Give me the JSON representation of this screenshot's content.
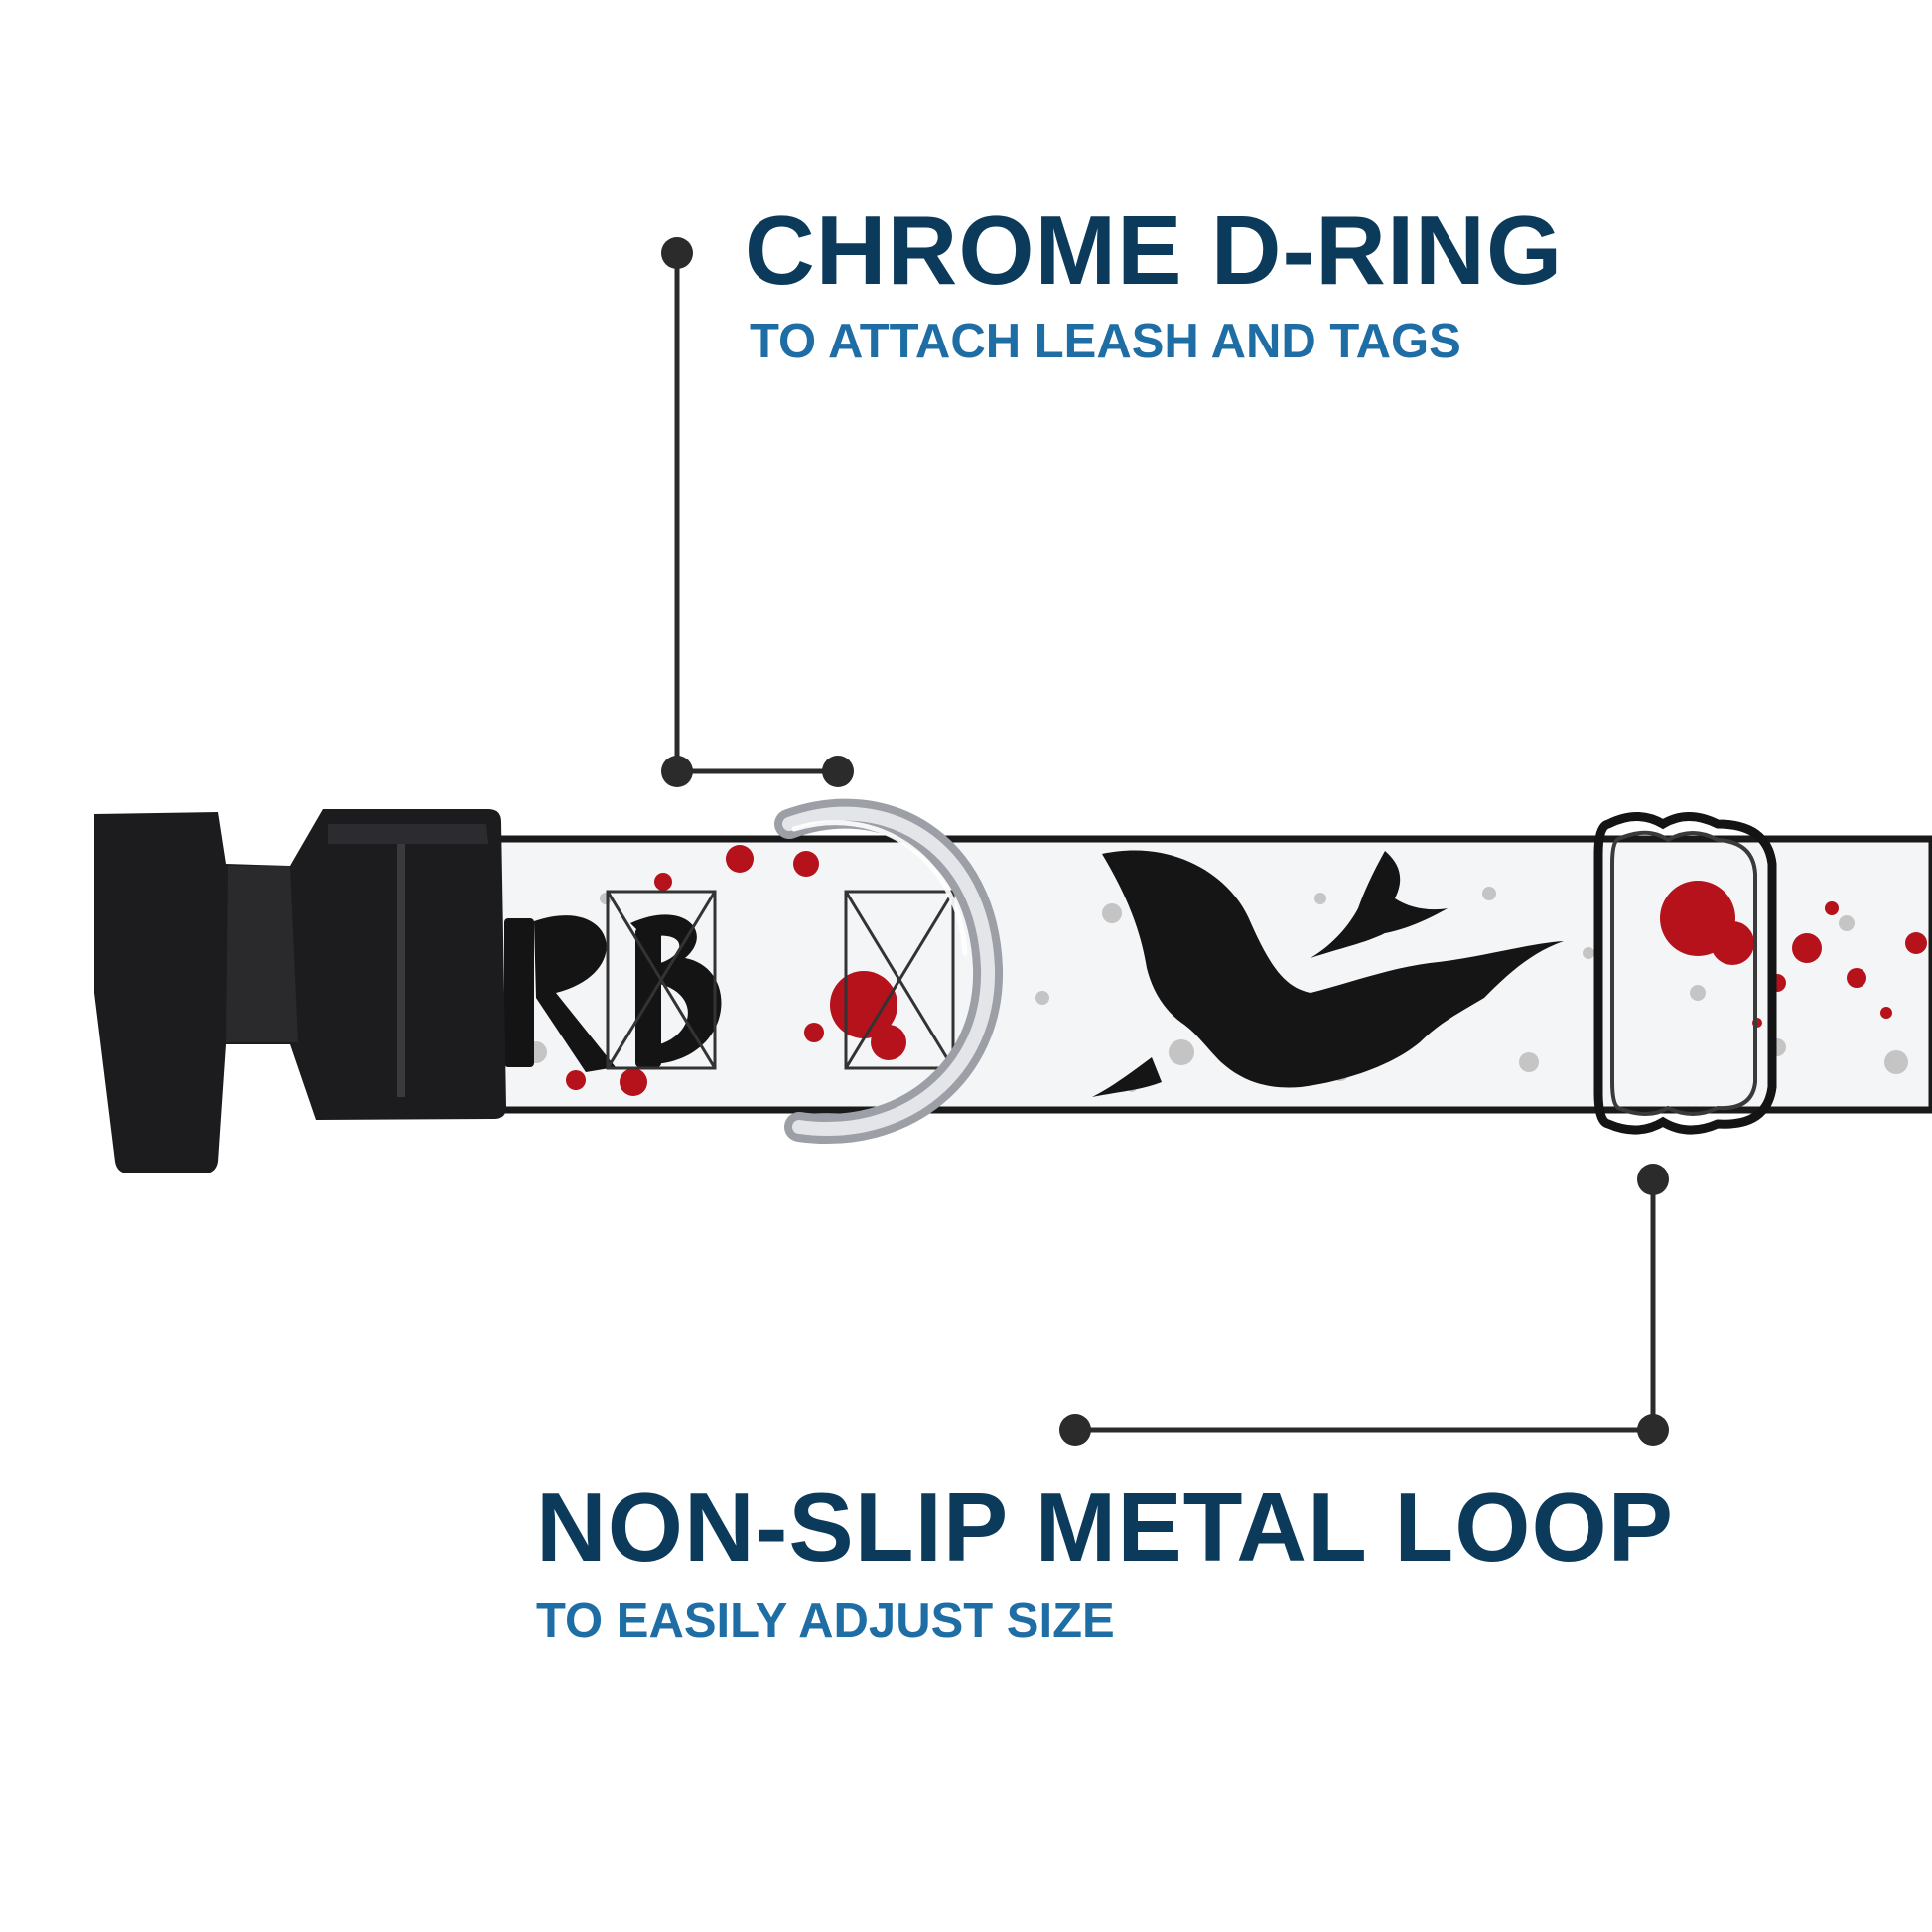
{
  "callouts": {
    "d_ring": {
      "title": "CHROME D-RING",
      "subtitle": "TO ATTACH LEASH AND TAGS"
    },
    "metal_loop": {
      "title": "NON-SLIP METAL LOOP",
      "subtitle": "TO EASILY ADJUST SIZE"
    }
  },
  "colors": {
    "title": "#0b3a5b",
    "subtitle": "#1e6ea5",
    "leader_line": "#2b2b2b",
    "webbing": "#f4f5f7",
    "buckle": "#1c1c1e",
    "splatter_red": "#b5121b",
    "splatter_gray": "#b8b8b8",
    "bat": "#151515",
    "chrome": "#c9ccd1"
  },
  "icons": {
    "buckle": "side-release-buckle-icon",
    "d_ring": "d-ring-icon",
    "loop": "slide-loop-icon",
    "bat": "bat-silhouette-icon"
  }
}
